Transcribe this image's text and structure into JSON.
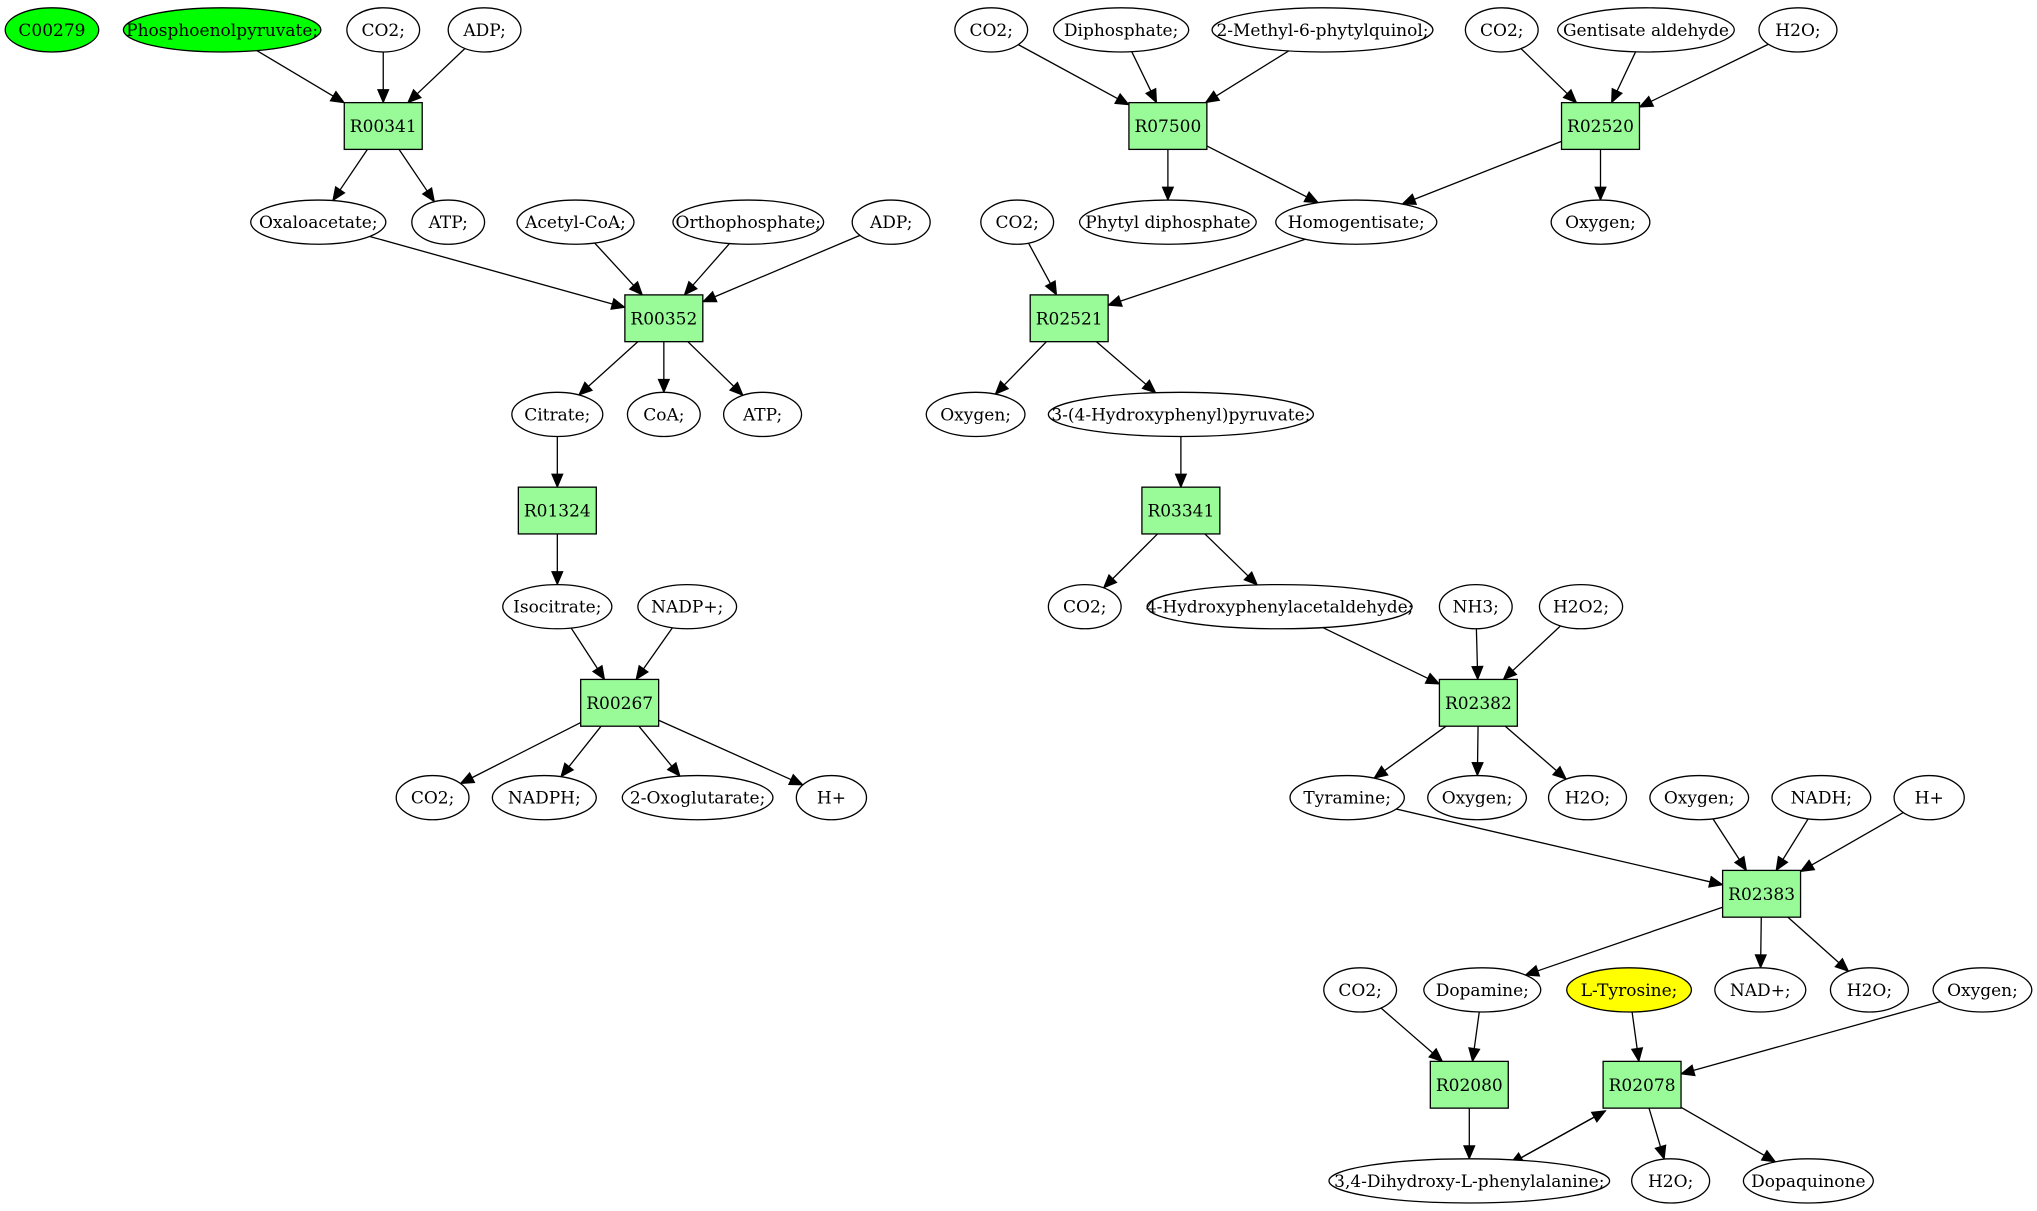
{
  "colors": {
    "reaction_fill": "#98fb98",
    "compound_fill": "#ffffff",
    "source_fill": "#00ff00",
    "target_fill": "#ffff00"
  },
  "nodes": [
    {
      "id": "c00279",
      "kind": "source",
      "label": "C00279"
    },
    {
      "id": "pep",
      "kind": "source",
      "label": "Phosphoenolpyruvate;"
    },
    {
      "id": "co2_a",
      "kind": "compound",
      "label": "CO2;"
    },
    {
      "id": "adp_a",
      "kind": "compound",
      "label": "ADP;"
    },
    {
      "id": "r00341",
      "kind": "reaction",
      "label": "R00341"
    },
    {
      "id": "oaa",
      "kind": "compound",
      "label": "Oxaloacetate;"
    },
    {
      "id": "atp_a",
      "kind": "compound",
      "label": "ATP;"
    },
    {
      "id": "accoa",
      "kind": "compound",
      "label": "Acetyl-CoA;"
    },
    {
      "id": "pi",
      "kind": "compound",
      "label": "Orthophosphate;"
    },
    {
      "id": "adp_b",
      "kind": "compound",
      "label": "ADP;"
    },
    {
      "id": "r00352",
      "kind": "reaction",
      "label": "R00352"
    },
    {
      "id": "citrate",
      "kind": "compound",
      "label": "Citrate;"
    },
    {
      "id": "coa",
      "kind": "compound",
      "label": "CoA;"
    },
    {
      "id": "atp_b",
      "kind": "compound",
      "label": "ATP;"
    },
    {
      "id": "r01324",
      "kind": "reaction",
      "label": "R01324"
    },
    {
      "id": "isocitrate",
      "kind": "compound",
      "label": "Isocitrate;"
    },
    {
      "id": "nadp",
      "kind": "compound",
      "label": "NADP+;"
    },
    {
      "id": "r00267",
      "kind": "reaction",
      "label": "R00267"
    },
    {
      "id": "co2_b",
      "kind": "compound",
      "label": "CO2;"
    },
    {
      "id": "nadph",
      "kind": "compound",
      "label": "NADPH;"
    },
    {
      "id": "oxoglu",
      "kind": "compound",
      "label": "2-Oxoglutarate;"
    },
    {
      "id": "hplus_a",
      "kind": "compound",
      "label": "H+"
    },
    {
      "id": "co2_c",
      "kind": "compound",
      "label": "CO2;"
    },
    {
      "id": "ppi",
      "kind": "compound",
      "label": "Diphosphate;"
    },
    {
      "id": "mpq",
      "kind": "compound",
      "label": "2-Methyl-6-phytylquinol;"
    },
    {
      "id": "r07500",
      "kind": "reaction",
      "label": "R07500"
    },
    {
      "id": "phytyl",
      "kind": "compound",
      "label": "Phytyl diphosphate"
    },
    {
      "id": "co2_d",
      "kind": "compound",
      "label": "CO2;"
    },
    {
      "id": "gentald",
      "kind": "compound",
      "label": "Gentisate aldehyde"
    },
    {
      "id": "h2o_a",
      "kind": "compound",
      "label": "H2O;"
    },
    {
      "id": "r02520",
      "kind": "reaction",
      "label": "R02520"
    },
    {
      "id": "homogent",
      "kind": "compound",
      "label": "Homogentisate;"
    },
    {
      "id": "oxy_a",
      "kind": "compound",
      "label": "Oxygen;"
    },
    {
      "id": "co2_e",
      "kind": "compound",
      "label": "CO2;"
    },
    {
      "id": "r02521",
      "kind": "reaction",
      "label": "R02521"
    },
    {
      "id": "oxy_b",
      "kind": "compound",
      "label": "Oxygen;"
    },
    {
      "id": "hpp",
      "kind": "compound",
      "label": "3-(4-Hydroxyphenyl)pyruvate;"
    },
    {
      "id": "r03341",
      "kind": "reaction",
      "label": "R03341"
    },
    {
      "id": "co2_f",
      "kind": "compound",
      "label": "CO2;"
    },
    {
      "id": "hpaa",
      "kind": "compound",
      "label": "4-Hydroxyphenylacetaldehyde;"
    },
    {
      "id": "nh3",
      "kind": "compound",
      "label": "NH3;"
    },
    {
      "id": "h2o2",
      "kind": "compound",
      "label": "H2O2;"
    },
    {
      "id": "r02382",
      "kind": "reaction",
      "label": "R02382"
    },
    {
      "id": "tyramine",
      "kind": "compound",
      "label": "Tyramine;"
    },
    {
      "id": "oxy_c",
      "kind": "compound",
      "label": "Oxygen;"
    },
    {
      "id": "h2o_b",
      "kind": "compound",
      "label": "H2O;"
    },
    {
      "id": "oxy_d",
      "kind": "compound",
      "label": "Oxygen;"
    },
    {
      "id": "nadh",
      "kind": "compound",
      "label": "NADH;"
    },
    {
      "id": "hplus_b",
      "kind": "compound",
      "label": "H+"
    },
    {
      "id": "r02383",
      "kind": "reaction",
      "label": "R02383"
    },
    {
      "id": "co2_g",
      "kind": "compound",
      "label": "CO2;"
    },
    {
      "id": "dopamine",
      "kind": "compound",
      "label": "Dopamine;"
    },
    {
      "id": "tyrosine",
      "kind": "target",
      "label": "L-Tyrosine;"
    },
    {
      "id": "nad",
      "kind": "compound",
      "label": "NAD+;"
    },
    {
      "id": "h2o_c",
      "kind": "compound",
      "label": "H2O;"
    },
    {
      "id": "oxy_e",
      "kind": "compound",
      "label": "Oxygen;"
    },
    {
      "id": "r02080",
      "kind": "reaction",
      "label": "R02080"
    },
    {
      "id": "r02078",
      "kind": "reaction",
      "label": "R02078"
    },
    {
      "id": "dopa",
      "kind": "compound",
      "label": "3,4-Dihydroxy-L-phenylalanine;"
    },
    {
      "id": "h2o_d",
      "kind": "compound",
      "label": "H2O;"
    },
    {
      "id": "dopaq",
      "kind": "compound",
      "label": "Dopaquinone"
    }
  ],
  "edges": [
    [
      "pep",
      "r00341"
    ],
    [
      "co2_a",
      "r00341"
    ],
    [
      "adp_a",
      "r00341"
    ],
    [
      "r00341",
      "oaa"
    ],
    [
      "r00341",
      "atp_a"
    ],
    [
      "oaa",
      "r00352"
    ],
    [
      "accoa",
      "r00352"
    ],
    [
      "pi",
      "r00352"
    ],
    [
      "adp_b",
      "r00352"
    ],
    [
      "r00352",
      "citrate"
    ],
    [
      "r00352",
      "coa"
    ],
    [
      "r00352",
      "atp_b"
    ],
    [
      "citrate",
      "r01324"
    ],
    [
      "r01324",
      "isocitrate"
    ],
    [
      "isocitrate",
      "r00267"
    ],
    [
      "nadp",
      "r00267"
    ],
    [
      "r00267",
      "co2_b"
    ],
    [
      "r00267",
      "nadph"
    ],
    [
      "r00267",
      "oxoglu"
    ],
    [
      "r00267",
      "hplus_a"
    ],
    [
      "co2_c",
      "r07500"
    ],
    [
      "ppi",
      "r07500"
    ],
    [
      "mpq",
      "r07500"
    ],
    [
      "r07500",
      "phytyl"
    ],
    [
      "r07500",
      "homogent"
    ],
    [
      "co2_d",
      "r02520"
    ],
    [
      "gentald",
      "r02520"
    ],
    [
      "h2o_a",
      "r02520"
    ],
    [
      "r02520",
      "homogent"
    ],
    [
      "r02520",
      "oxy_a"
    ],
    [
      "co2_e",
      "r02521"
    ],
    [
      "homogent",
      "r02521"
    ],
    [
      "r02521",
      "oxy_b"
    ],
    [
      "r02521",
      "hpp"
    ],
    [
      "hpp",
      "r03341"
    ],
    [
      "r03341",
      "co2_f"
    ],
    [
      "r03341",
      "hpaa"
    ],
    [
      "hpaa",
      "r02382"
    ],
    [
      "nh3",
      "r02382"
    ],
    [
      "h2o2",
      "r02382"
    ],
    [
      "r02382",
      "tyramine"
    ],
    [
      "r02382",
      "oxy_c"
    ],
    [
      "r02382",
      "h2o_b"
    ],
    [
      "tyramine",
      "r02383"
    ],
    [
      "oxy_d",
      "r02383"
    ],
    [
      "nadh",
      "r02383"
    ],
    [
      "hplus_b",
      "r02383"
    ],
    [
      "r02383",
      "dopamine"
    ],
    [
      "r02383",
      "nad"
    ],
    [
      "r02383",
      "h2o_c"
    ],
    [
      "co2_g",
      "r02080"
    ],
    [
      "dopamine",
      "r02080"
    ],
    [
      "r02080",
      "dopa"
    ],
    [
      "tyrosine",
      "r02078"
    ],
    [
      "oxy_e",
      "r02078"
    ],
    [
      "r02078",
      "dopa"
    ],
    [
      "dopa",
      "r02078"
    ],
    [
      "r02078",
      "h2o_d"
    ],
    [
      "r02078",
      "dopaq"
    ]
  ]
}
